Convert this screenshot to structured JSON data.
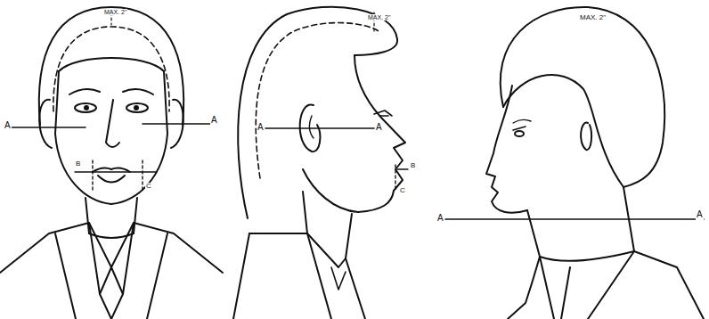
{
  "diagram": {
    "labels": [
      "MAX. 2\"",
      "A",
      "A",
      "B",
      "C",
      "MAX. 2\"",
      "A",
      "A",
      "B",
      "C",
      "MAX. 2\"",
      "A",
      "A"
    ]
  }
}
